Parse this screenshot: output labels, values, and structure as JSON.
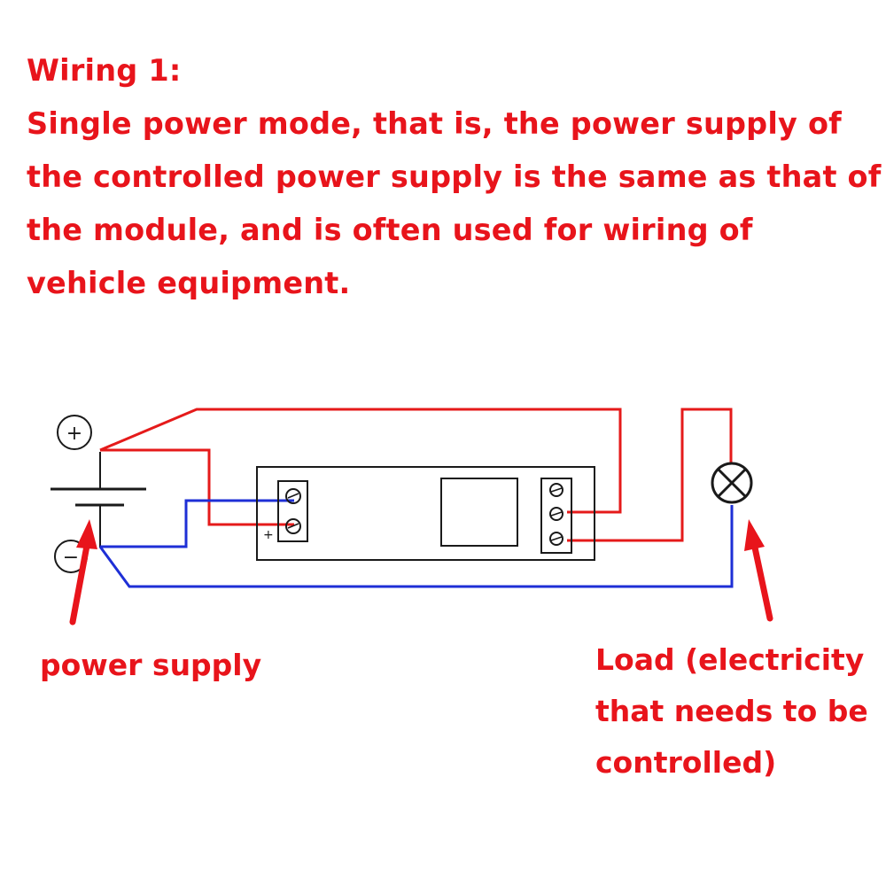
{
  "heading": {
    "title": "Wiring 1:",
    "lines": [
      "Single power mode, that is, the power supply of",
      "the controlled power supply is the same as that of",
      "the module, and is often used for wiring of",
      "vehicle equipment."
    ]
  },
  "labels": {
    "power_supply": "power supply",
    "load_lines": [
      "Load (electricity",
      "that needs to be",
      "controlled)"
    ]
  },
  "symbols": {
    "positive": "+",
    "negative": "−",
    "module_plus": "+"
  },
  "colors": {
    "text": "#e8141b",
    "red_wire": "#e51a1a",
    "blue_wire": "#1e2fd6",
    "arrow": "#e8141b",
    "outline": "#1a1a1a"
  }
}
